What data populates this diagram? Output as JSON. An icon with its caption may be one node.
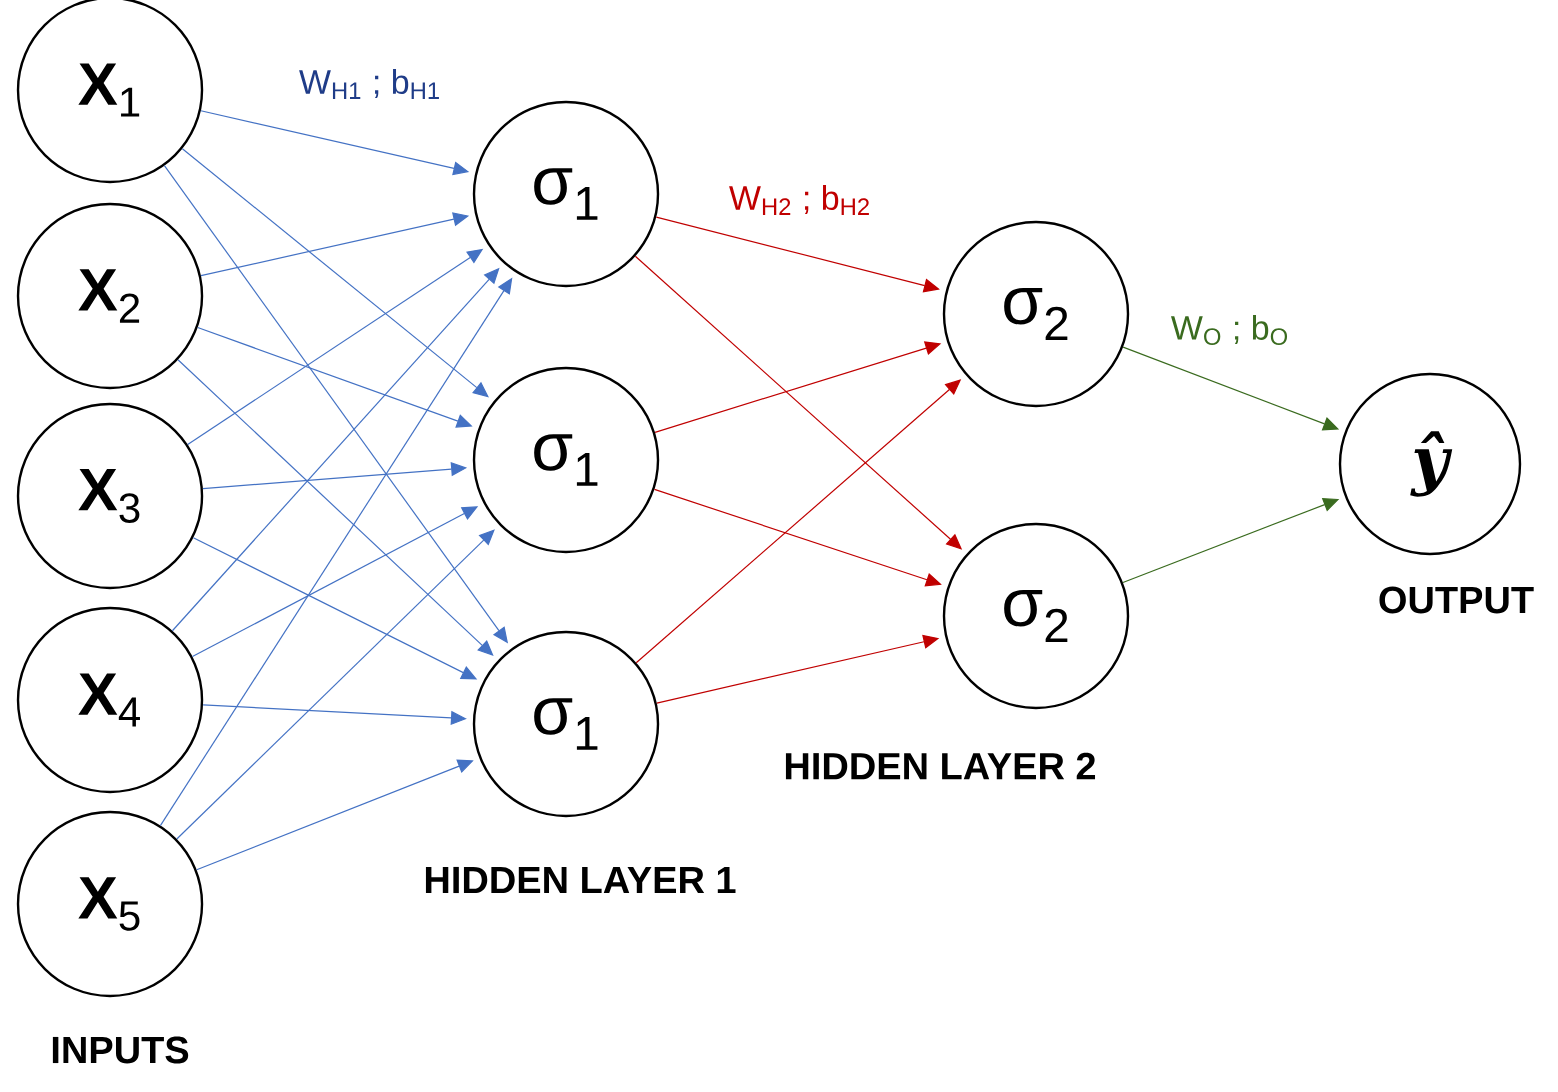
{
  "diagram": {
    "nodes": [
      {
        "text": [
          "**X**$_{1}$"
        ]
      },
      {
        "text": [
          "**X**$_{2}$"
        ]
      },
      {
        "text": [
          "**X**$_{3}$"
        ]
      },
      {
        "text": [
          "**X**$_{4}$"
        ]
      },
      {
        "text": [
          "**X**$_{5}$"
        ]
      },
      {
        "text": [
          "σ$_{1}$"
        ]
      },
      {
        "text": [
          "σ$_{1}$"
        ]
      },
      {
        "text": [
          "σ$_{1}$"
        ]
      },
      {
        "text": [
          "σ$_{2}$"
        ]
      },
      {
        "text": [
          "σ$_{2}$"
        ]
      },
      {
        "text": [
          "ŷ"
        ]
      }
    ],
    "edges": [
      {
        "from": 0,
        "to": 5,
        "arrow": "to"
      },
      {
        "from": 0,
        "to": 6,
        "arrow": "to"
      },
      {
        "from": 0,
        "to": 7,
        "arrow": "to"
      },
      {
        "from": 1,
        "to": 5,
        "arrow": "to"
      },
      {
        "from": 1,
        "to": 6,
        "arrow": "to"
      },
      {
        "from": 1,
        "to": 7,
        "arrow": "to"
      },
      {
        "from": 2,
        "to": 5,
        "arrow": "to"
      },
      {
        "from": 2,
        "to": 6,
        "arrow": "to"
      },
      {
        "from": 2,
        "to": 7,
        "arrow": "to"
      },
      {
        "from": 3,
        "to": 5,
        "arrow": "to"
      },
      {
        "from": 3,
        "to": 6,
        "arrow": "to"
      },
      {
        "from": 3,
        "to": 7,
        "arrow": "to"
      },
      {
        "from": 4,
        "to": 5,
        "arrow": "to"
      },
      {
        "from": 4,
        "to": 6,
        "arrow": "to"
      },
      {
        "from": 4,
        "to": 7,
        "arrow": "to"
      },
      {
        "from": 5,
        "to": 8,
        "arrow": "to",
        "color": "#c00000"
      },
      {
        "from": 5,
        "to": 9,
        "arrow": "to",
        "color": "#c00000"
      },
      {
        "from": 6,
        "to": 8,
        "arrow": "to",
        "color": "#c00000"
      },
      {
        "from": 6,
        "to": 9,
        "arrow": "to",
        "color": "#c00000"
      },
      {
        "from": 7,
        "to": 8,
        "arrow": "to",
        "color": "#c00000"
      },
      {
        "from": 7,
        "to": 9,
        "arrow": "to",
        "color": "#c00000"
      },
      {
        "from": 8,
        "to": 10,
        "arrow": "to",
        "color": "#3a6b1f"
      },
      {
        "from": 9,
        "to": 10,
        "arrow": "to",
        "color": "#3a6b1f"
      }
    ],
    "labels": [
      "W$_{H1}$ ; b$_{H1}$",
      "W$_{H2}$ ; b$_{H2}$",
      "W$_{O}$ ; b$_{O}$",
      "OUTPUT",
      "HIDDEN LAYER 2",
      "HIDDEN LAYER 1",
      "INPUTS"
    ]
  }
}
